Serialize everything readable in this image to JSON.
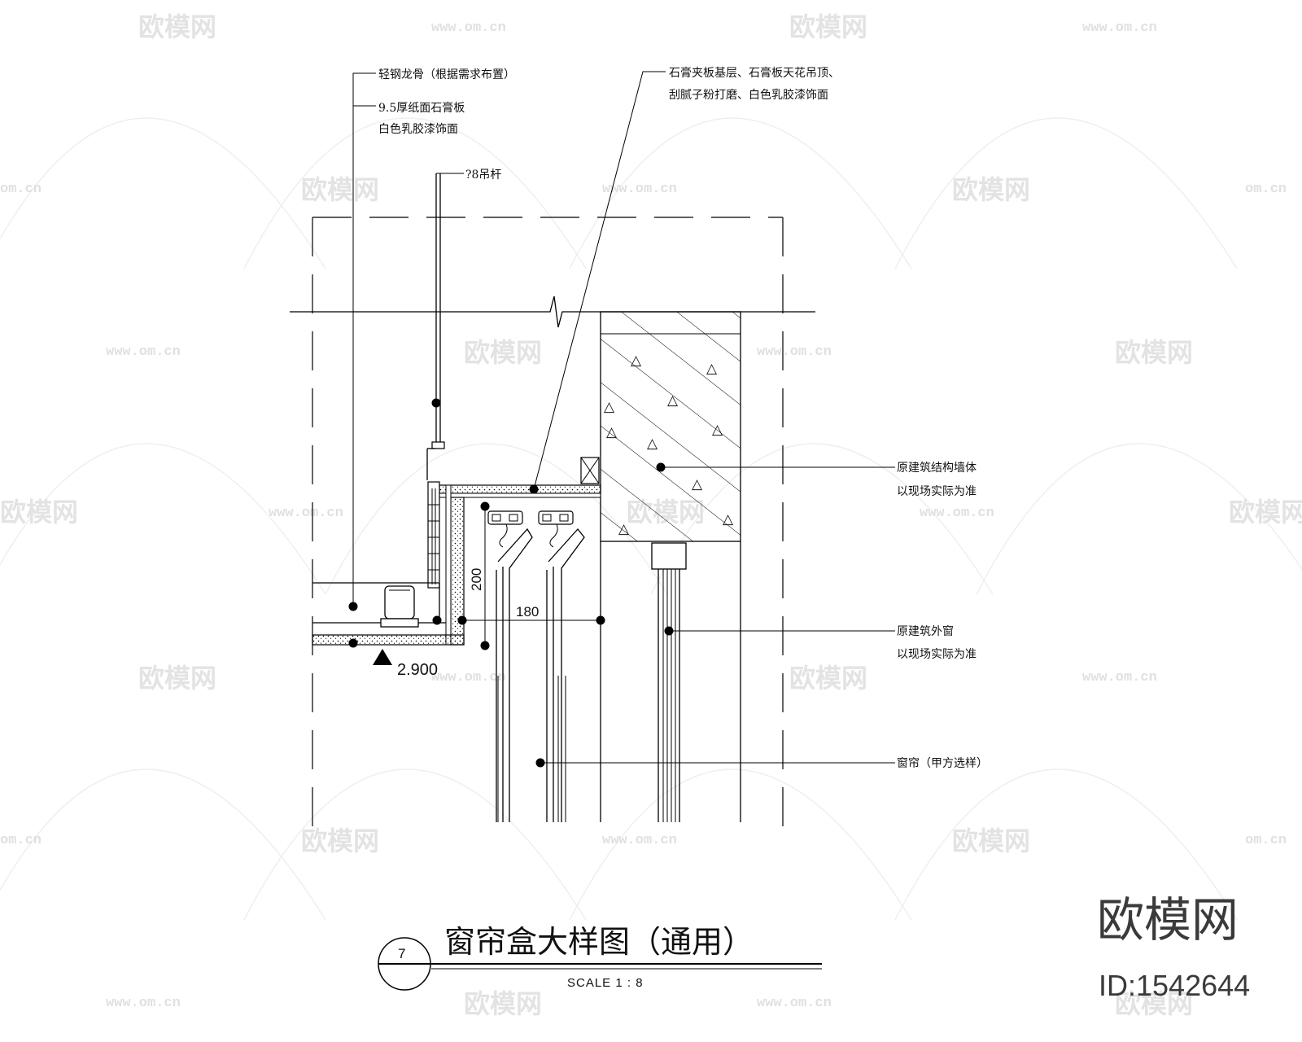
{
  "watermark": {
    "brand_text": "欧模网",
    "url_text": "www.om.cn",
    "url_short": "om.cn"
  },
  "annotations": {
    "keel": "轻钢龙骨（根据需求布置）",
    "board_line1": "9.5厚纸面石膏板",
    "board_line2": "白色乳胶漆饰面",
    "rod": "?8吊杆",
    "top_line1": "石膏夹板基层、石膏板天花吊顶、",
    "top_line2": "刮腻子粉打磨、白色乳胶漆饰面",
    "wall_line1": "原建筑结构墙体",
    "wall_line2": "以现场实际为准",
    "window_line1": "原建筑外窗",
    "window_line2": "以现场实际为准",
    "curtain": "窗帘（甲方选样）"
  },
  "dimensions": {
    "height": "200",
    "width": "180",
    "elevation": "2.900"
  },
  "title_block": {
    "number": "7",
    "title": "窗帘盒大样图（通用）",
    "scale": "SCALE  1 : 8"
  },
  "brand": {
    "name": "欧模网",
    "id": "ID:1542644"
  }
}
